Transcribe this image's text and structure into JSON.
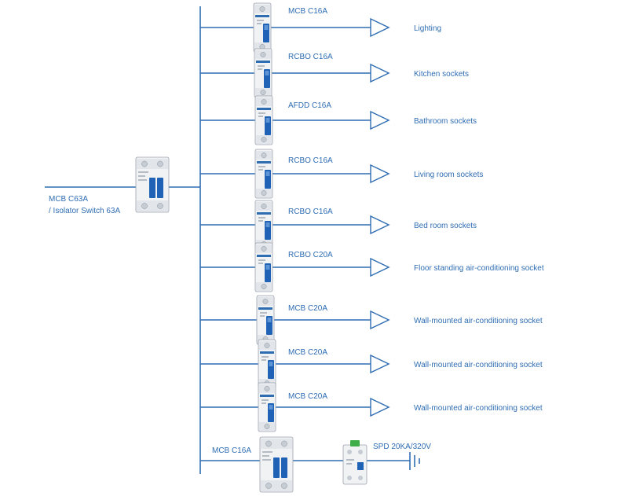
{
  "colors": {
    "line": "#2f6db3",
    "label": "#2f6db3",
    "handle": "#1f62b6"
  },
  "main": {
    "label_line1": "MCB C63A",
    "label_line2": "/ Isolator Switch 63A"
  },
  "circuits": [
    {
      "device": "MCB C16A",
      "load": "Lighting"
    },
    {
      "device": "RCBO C16A",
      "load": "Kitchen sockets"
    },
    {
      "device": "AFDD C16A",
      "load": "Bathroom sockets"
    },
    {
      "device": "RCBO C16A",
      "load": "Living  room sockets"
    },
    {
      "device": "RCBO C16A",
      "load": "Bed  room sockets"
    },
    {
      "device": "RCBO C20A",
      "load": "Floor standing air-conditioning socket"
    },
    {
      "device": "MCB C20A",
      "load": "Wall-mounted air-conditioning socket"
    },
    {
      "device": "MCB C20A",
      "load": "Wall-mounted air-conditioning socket"
    },
    {
      "device": "MCB C20A",
      "load": "Wall-mounted air-conditioning socket"
    }
  ],
  "spd_branch": {
    "device": "MCB C16A",
    "spd": "SPD 20KA/320V"
  }
}
